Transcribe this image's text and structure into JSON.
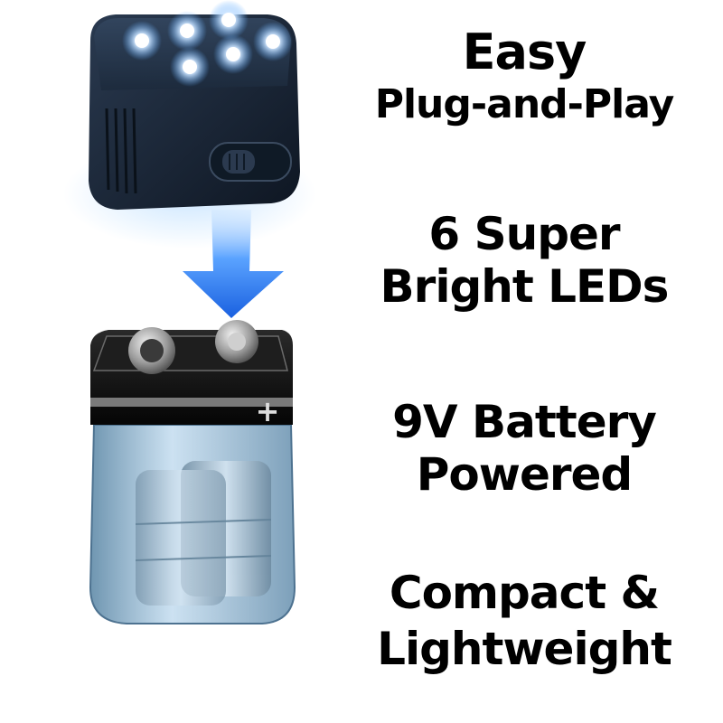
{
  "features": [
    {
      "lines": [
        "Easy",
        "Plug-and-Play"
      ]
    },
    {
      "lines": [
        "6 Super",
        "Bright LEDs"
      ]
    },
    {
      "lines": [
        "9V Battery",
        "Powered"
      ]
    },
    {
      "lines": [
        "Compact &",
        "Lightweight"
      ]
    }
  ],
  "battery": {
    "polarity_symbol": "+"
  },
  "led_module": {
    "led_count": 6
  },
  "colors": {
    "led_glow": "#cfe6ff",
    "arrow": "#1f6fe6",
    "module_body": "#1a2534",
    "battery_cap": "#111111",
    "battery_body": "#8fb3cf"
  },
  "icons": [
    "led-light-module",
    "down-arrow-icon",
    "9v-battery"
  ]
}
